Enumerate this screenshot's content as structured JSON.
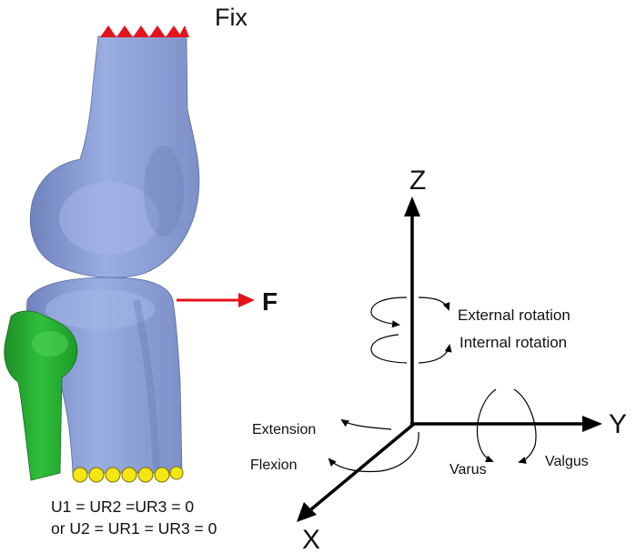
{
  "labels": {
    "fix": "Fix",
    "force": "F",
    "axis_z": "Z",
    "axis_y": "Y",
    "axis_x": "X",
    "external_rotation": "External rotation",
    "internal_rotation": "Internal rotation",
    "extension": "Extension",
    "flexion": "Flexion",
    "varus": "Varus",
    "valgus": "Valgus"
  },
  "boundary_conditions": {
    "line1": "U1 = UR2 =UR3 = 0",
    "line2": "or U2 = UR1 = UR3 = 0"
  },
  "colors": {
    "bone_blue": "#8c9fd6",
    "fibula_green": "#22a82e",
    "fix_marker_red": "#e4141b",
    "force_arrow_red": "#e4141b",
    "support_yellow": "#f4e615",
    "axis_black": "#000000"
  }
}
